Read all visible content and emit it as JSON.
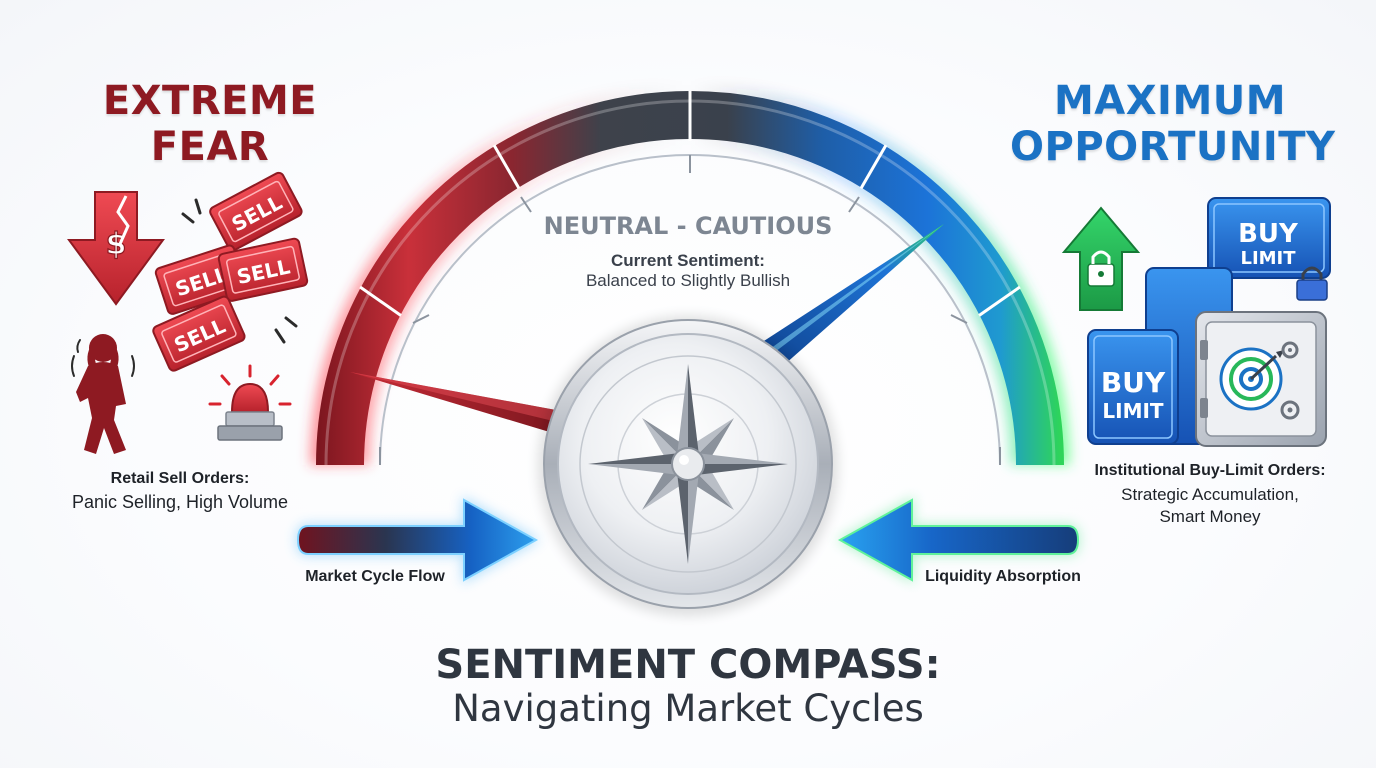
{
  "left_panel": {
    "title_line1": "EXTREME",
    "title_line2": "FEAR",
    "caption_heading": "Retail Sell Orders:",
    "caption_text": "Panic Selling, High Volume",
    "sell_ticket_text": [
      "SELL",
      "SELL",
      "SELL",
      "SELL"
    ],
    "icons": [
      "falling-dollar-arrow-icon",
      "sell-ticket-icon",
      "panicked-person-icon",
      "alarm-siren-icon"
    ],
    "color": "#8e1a22"
  },
  "right_panel": {
    "title_line1": "MAXIMUM",
    "title_line2": "OPPORTUNITY",
    "caption_heading": "Institutional Buy-Limit Orders:",
    "caption_text": "Strategic Accumulation,\nSmart Money",
    "buy_block_line1": "BUY",
    "buy_block_line2": "LIMIT",
    "icons": [
      "locked-up-arrow-icon",
      "buy-limit-block-icon",
      "vault-target-icon",
      "padlock-icon"
    ],
    "color": "#1b72c4"
  },
  "gauge": {
    "zone_label": "NEUTRAL - CAUTIOUS",
    "current_heading": "Current Sentiment:",
    "current_value": "Balanced to Slightly Bullish",
    "gradient_colors": [
      "#8e1a22",
      "#e03a44",
      "#3d4450",
      "#1b6fd2",
      "#28c84a"
    ]
  },
  "flows": {
    "left_label": "Market Cycle Flow",
    "right_label": "Liquidity Absorption"
  },
  "footer": {
    "title": "SENTIMENT COMPASS:",
    "subtitle": "Navigating Market Cycles"
  }
}
